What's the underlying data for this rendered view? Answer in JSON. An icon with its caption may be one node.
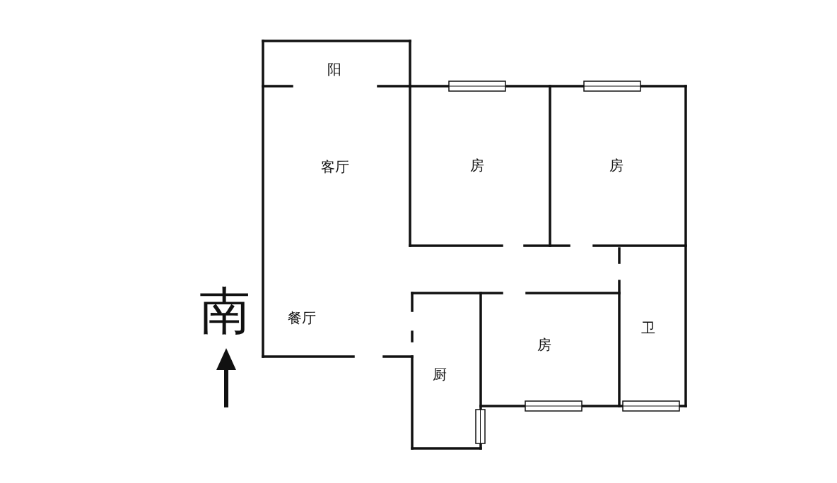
{
  "diagram": {
    "labels": [
      "阳",
      "客厅",
      "房",
      "房",
      "餐厅",
      "房",
      "厨",
      "卫",
      "南"
    ]
  }
}
